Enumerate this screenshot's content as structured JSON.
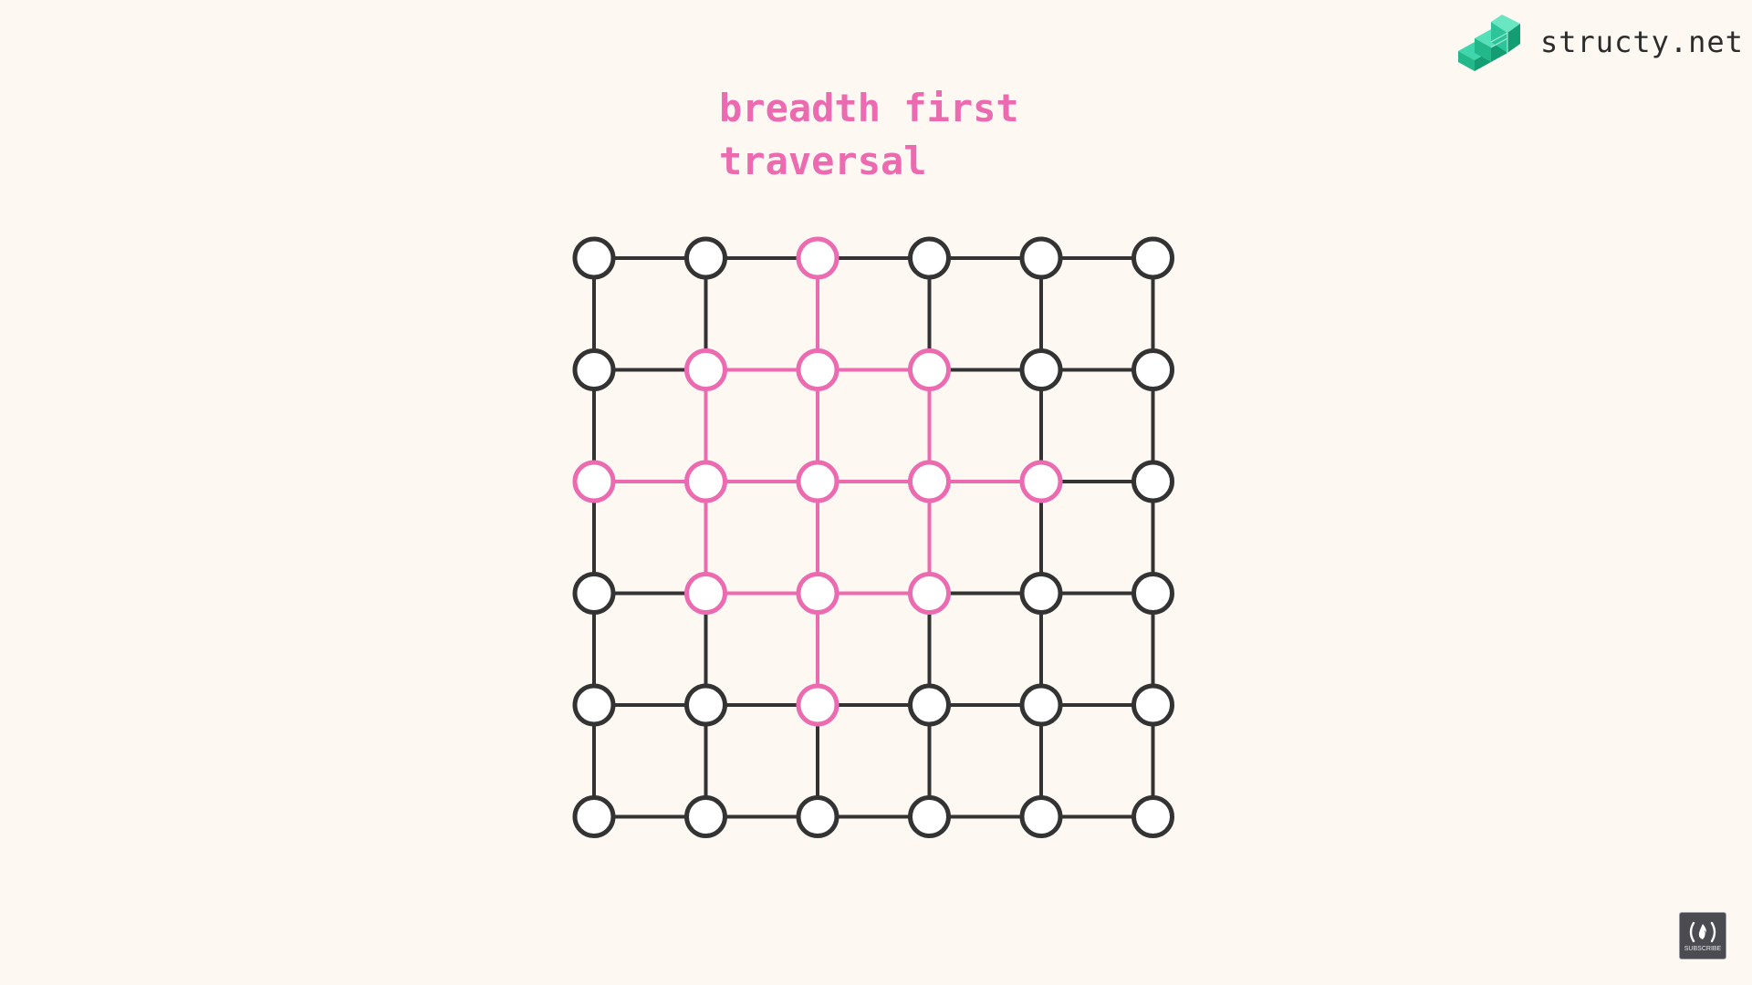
{
  "title": {
    "line1": "breadth first",
    "line2": "traversal"
  },
  "brand": {
    "name": "structy.net",
    "logo_icon": "structy-cube-logo-icon"
  },
  "subscribe": {
    "label": "SUBSCRIBE",
    "icon": "freecodecamp-flame-icon"
  },
  "colors": {
    "background": "#fdf8f2",
    "default_stroke": "#333333",
    "highlight": "#ec6bb0",
    "node_fill": "#ffffff",
    "logo": "#2cc59a"
  },
  "graph": {
    "rows": 6,
    "cols": 6,
    "highlighted_nodes": [
      [
        0,
        2
      ],
      [
        1,
        1
      ],
      [
        1,
        2
      ],
      [
        1,
        3
      ],
      [
        2,
        0
      ],
      [
        2,
        1
      ],
      [
        2,
        2
      ],
      [
        2,
        3
      ],
      [
        2,
        4
      ],
      [
        3,
        1
      ],
      [
        3,
        2
      ],
      [
        3,
        3
      ],
      [
        4,
        2
      ]
    ]
  }
}
